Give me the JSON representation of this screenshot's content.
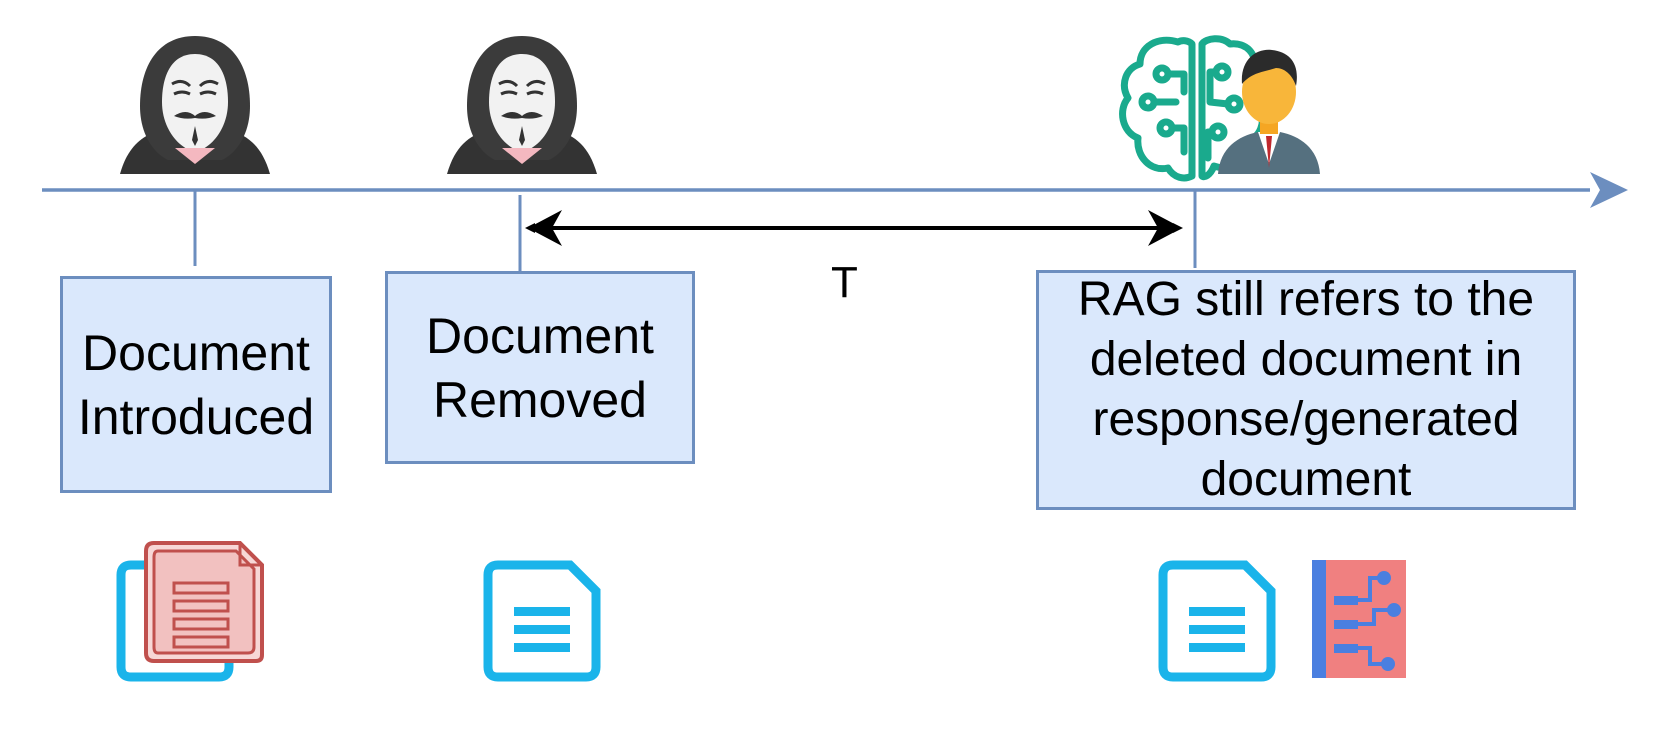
{
  "events": [
    {
      "id": "introduced",
      "label_lines": [
        "Document",
        "Introduced"
      ],
      "actor_icon": "anonymous-hacker-icon",
      "document_icons": [
        "document-icon",
        "poisoned-document-icon"
      ]
    },
    {
      "id": "removed",
      "label_lines": [
        "Document",
        "Removed"
      ],
      "actor_icon": "anonymous-hacker-icon",
      "document_icons": [
        "document-icon"
      ]
    },
    {
      "id": "rag-refers",
      "label_lines": [
        "RAG still refers to the",
        "deleted document in",
        "response/generated",
        "document"
      ],
      "actor_icon": "ai-brain-user-icon",
      "document_icons": [
        "document-icon",
        "generated-document-icon"
      ]
    }
  ],
  "interval_label": "T",
  "colors": {
    "timeline": "#6c8ebf",
    "box_fill": "#dae8fc",
    "box_border": "#6c8ebf",
    "doc_icon": "#1ab4ea",
    "poisoned_doc": "#c0504d",
    "brain": "#1aaa8d",
    "generated_doc_bg": "#f08080",
    "generated_doc_accent": "#4a7fe0"
  }
}
